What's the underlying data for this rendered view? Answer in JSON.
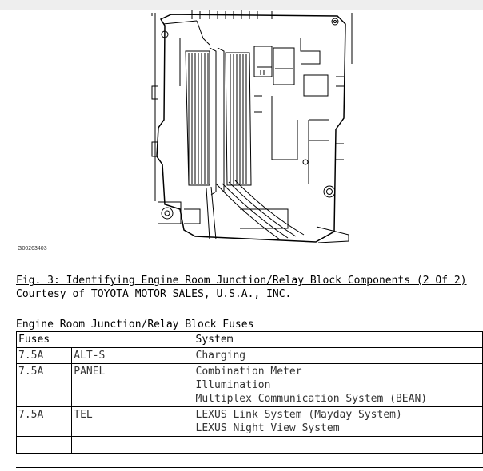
{
  "figure": {
    "id_label": "G00263403"
  },
  "caption": {
    "title": "Fig. 3: Identifying Engine Room Junction/Relay Block Components (2 Of 2)",
    "courtesy": "Courtesy of TOYOTA MOTOR SALES, U.S.A., INC."
  },
  "table": {
    "title": "Engine Room Junction/Relay Block Fuses",
    "headers": {
      "fuses": "Fuses",
      "system": "System"
    },
    "rows": [
      {
        "amp": "7.5A",
        "name": "ALT-S",
        "system_0": "Charging"
      },
      {
        "amp": "7.5A",
        "name": "PANEL",
        "system_0": "Combination Meter",
        "system_1": "Illumination",
        "system_2": "Multiplex Communication System (BEAN)"
      },
      {
        "amp": "7.5A",
        "name": "TEL",
        "system_0": "LEXUS Link System (Mayday System)",
        "system_1": "LEXUS Night View System"
      }
    ]
  }
}
